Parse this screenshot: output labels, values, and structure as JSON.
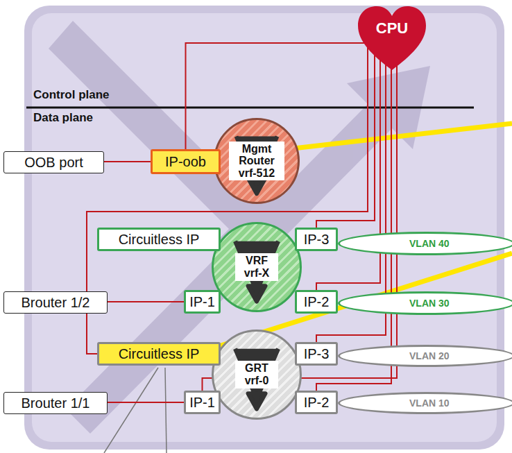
{
  "diagram": {
    "nodes": [
      {
        "text": [
          "CPU"
        ]
      },
      {
        "text": [
          "OOB port"
        ]
      },
      {
        "text": [
          "IP-oob"
        ]
      },
      {
        "text": [
          "Mgmt Router vrf-512"
        ]
      },
      {
        "text": [
          "Circuitless IP"
        ]
      },
      {
        "text": [
          "IP-3"
        ]
      },
      {
        "text": [
          "VLAN 40"
        ]
      },
      {
        "text": [
          "VRF vrf-X"
        ]
      },
      {
        "text": [
          "Brouter 1/2"
        ]
      },
      {
        "text": [
          "IP-1"
        ]
      },
      {
        "text": [
          "IP-2"
        ]
      },
      {
        "text": [
          "VLAN 30"
        ]
      },
      {
        "text": [
          "Circuitless IP"
        ]
      },
      {
        "text": [
          "IP-3"
        ]
      },
      {
        "text": [
          "VLAN 20"
        ]
      },
      {
        "text": [
          "GRT vrf-0"
        ]
      },
      {
        "text": [
          "Brouter 1/1"
        ]
      },
      {
        "text": [
          "IP-1"
        ]
      },
      {
        "text": [
          "IP-2"
        ]
      },
      {
        "text": [
          "VLAN 10"
        ]
      }
    ],
    "edges": [
      {
        "from": 1,
        "to": 2,
        "arrow": "none"
      },
      {
        "from": 0,
        "to": 2,
        "arrow": "none"
      },
      {
        "from": 0,
        "to": 12,
        "arrow": "none"
      },
      {
        "from": 0,
        "to": 5,
        "arrow": "none"
      },
      {
        "from": 0,
        "to": 10,
        "arrow": "none"
      },
      {
        "from": 0,
        "to": 13,
        "arrow": "none"
      },
      {
        "from": 0,
        "to": 18,
        "arrow": "none"
      },
      {
        "from": 0,
        "to": 17,
        "arrow": "none"
      },
      {
        "from": 8,
        "to": 9,
        "arrow": "none"
      },
      {
        "from": 16,
        "to": 17,
        "arrow": "none"
      },
      {
        "from": 5,
        "to": 6,
        "arrow": "none"
      },
      {
        "from": 10,
        "to": 11,
        "arrow": "none"
      },
      {
        "from": 13,
        "to": 14,
        "arrow": "none"
      },
      {
        "from": 18,
        "to": 19,
        "arrow": "none"
      }
    ],
    "labels": [
      "Control plane",
      "Data plane"
    ]
  }
}
